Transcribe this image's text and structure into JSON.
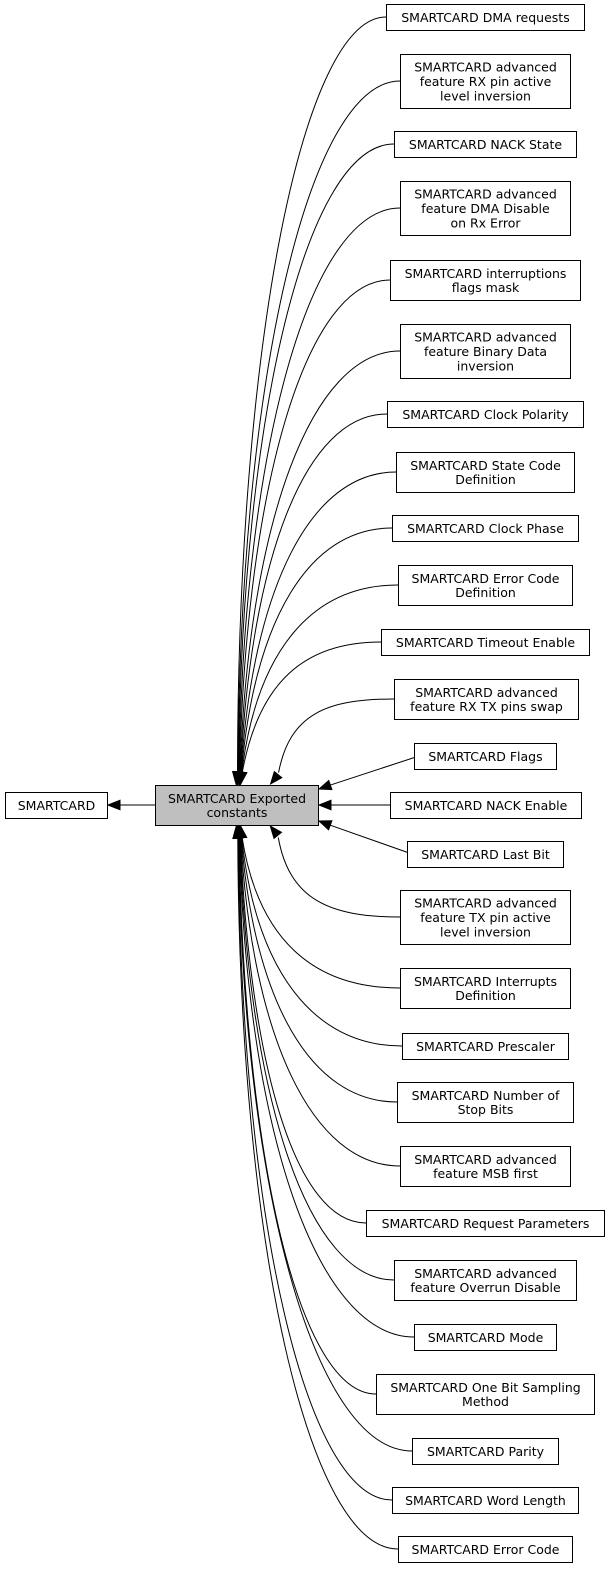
{
  "diagram": {
    "parent": {
      "label": "SMARTCARD"
    },
    "center": {
      "label": [
        "SMARTCARD Exported",
        "constants"
      ]
    },
    "children": [
      {
        "label": [
          "SMARTCARD DMA requests"
        ]
      },
      {
        "label": [
          "SMARTCARD advanced",
          "feature RX pin active",
          "level inversion"
        ]
      },
      {
        "label": [
          "SMARTCARD NACK State"
        ]
      },
      {
        "label": [
          "SMARTCARD advanced",
          "feature DMA Disable",
          "on Rx Error"
        ]
      },
      {
        "label": [
          "SMARTCARD interruptions",
          "flags mask"
        ]
      },
      {
        "label": [
          "SMARTCARD advanced",
          "feature Binary Data",
          "inversion"
        ]
      },
      {
        "label": [
          "SMARTCARD Clock Polarity"
        ]
      },
      {
        "label": [
          "SMARTCARD State Code",
          "Definition"
        ]
      },
      {
        "label": [
          "SMARTCARD Clock Phase"
        ]
      },
      {
        "label": [
          "SMARTCARD Error Code",
          "Definition"
        ]
      },
      {
        "label": [
          "SMARTCARD Timeout Enable"
        ]
      },
      {
        "label": [
          "SMARTCARD advanced",
          "feature RX TX pins swap"
        ]
      },
      {
        "label": [
          "SMARTCARD Flags"
        ]
      },
      {
        "label": [
          "SMARTCARD NACK Enable"
        ]
      },
      {
        "label": [
          "SMARTCARD Last Bit"
        ]
      },
      {
        "label": [
          "SMARTCARD advanced",
          "feature TX pin active",
          "level inversion"
        ]
      },
      {
        "label": [
          "SMARTCARD Interrupts",
          "Definition"
        ]
      },
      {
        "label": [
          "SMARTCARD Prescaler"
        ]
      },
      {
        "label": [
          "SMARTCARD Number of",
          "Stop Bits"
        ]
      },
      {
        "label": [
          "SMARTCARD advanced",
          "feature MSB first"
        ]
      },
      {
        "label": [
          "SMARTCARD Request Parameters"
        ]
      },
      {
        "label": [
          "SMARTCARD advanced",
          "feature Overrun Disable"
        ]
      },
      {
        "label": [
          "SMARTCARD Mode"
        ]
      },
      {
        "label": [
          "SMARTCARD One Bit Sampling",
          "Method"
        ]
      },
      {
        "label": [
          "SMARTCARD Parity"
        ]
      },
      {
        "label": [
          "SMARTCARD Word Length"
        ]
      },
      {
        "label": [
          "SMARTCARD Error Code"
        ]
      }
    ]
  }
}
